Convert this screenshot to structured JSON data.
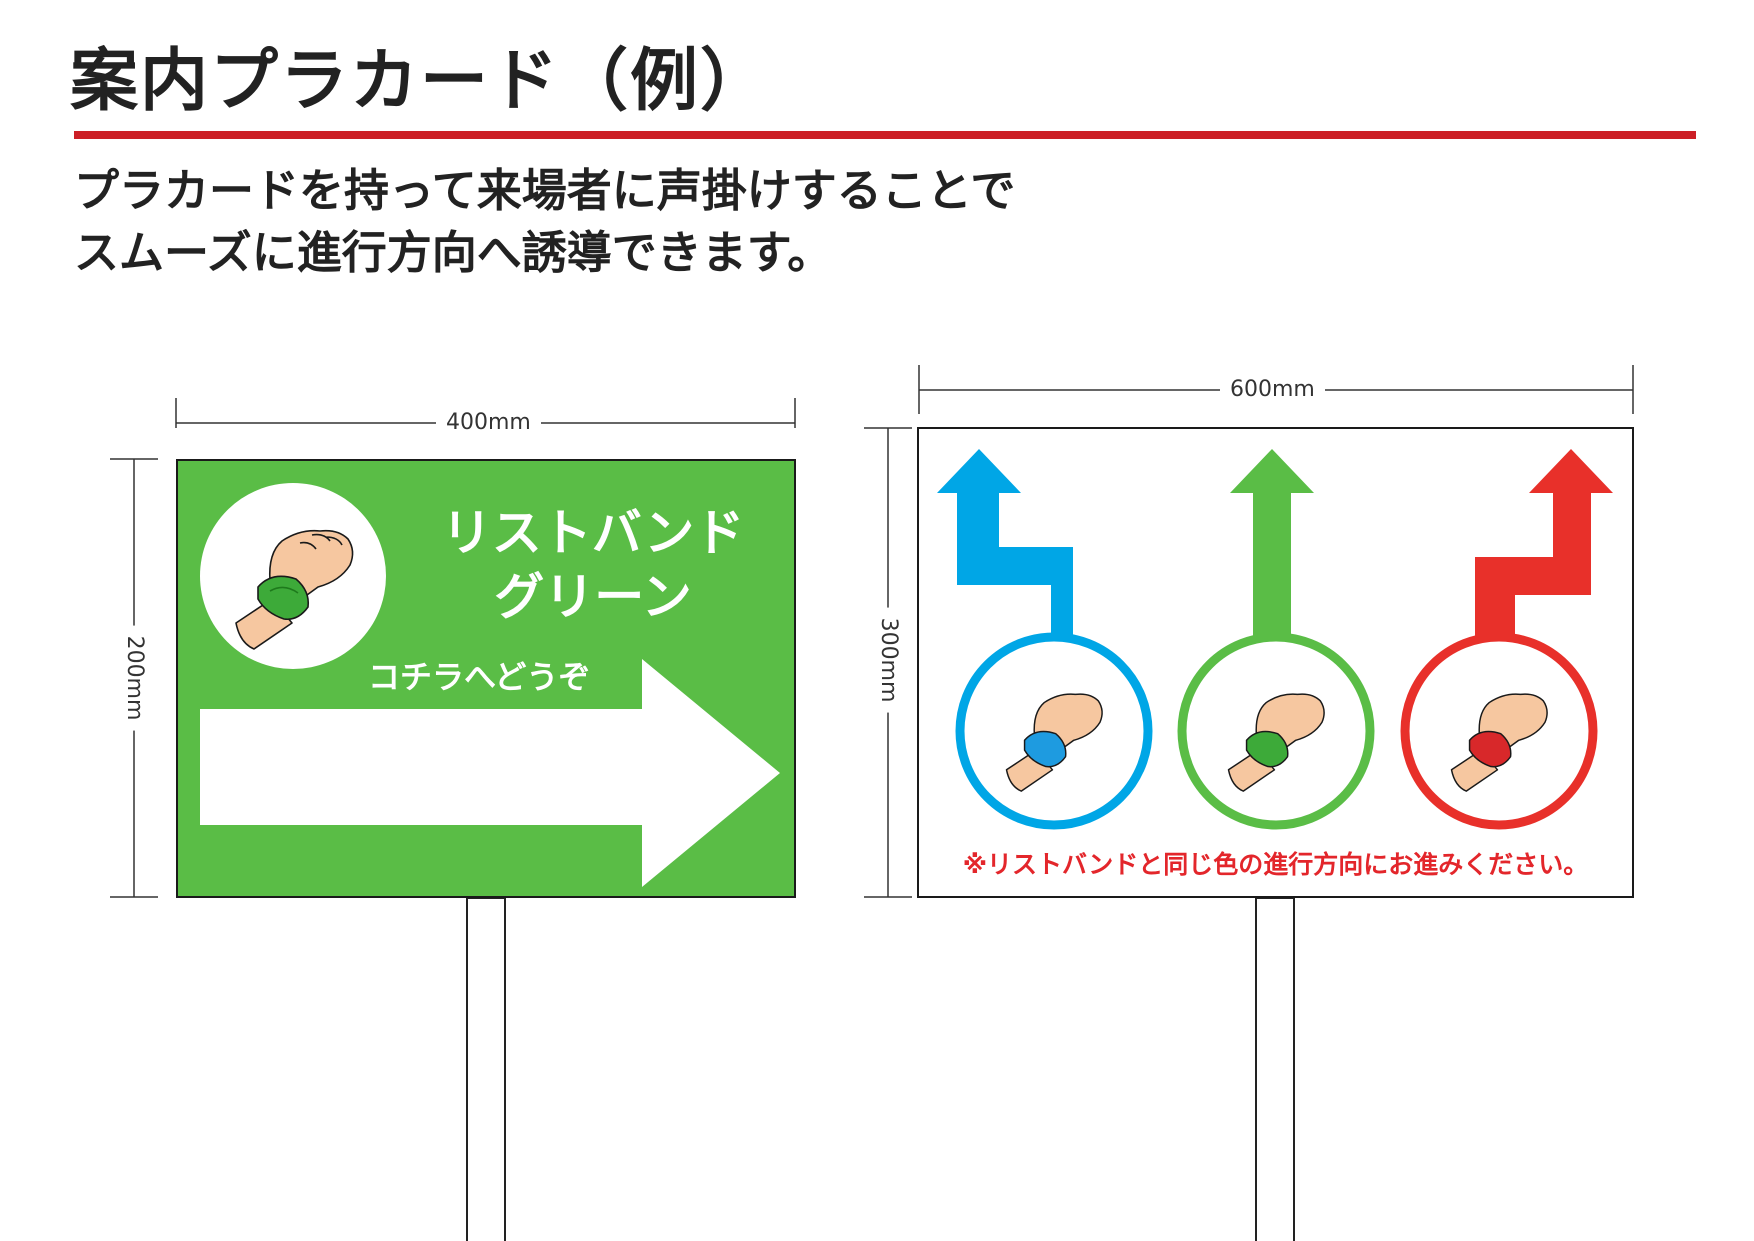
{
  "header": {
    "title": "案内プラカード（例）",
    "description": [
      "プラカードを持って来場者に声掛けすることで",
      "スムーズに進行方向へ誘導できます。"
    ],
    "accent_color": "#cc1f26"
  },
  "sign_green": {
    "width_label": "400mm",
    "height_label": "200mm",
    "title_lines": [
      "リストバンド",
      "グリーン"
    ],
    "subtitle": "コチラへどうぞ",
    "background_color": "#5abd46",
    "icon": "wristband-hand-icon"
  },
  "sign_multi": {
    "width_label": "600mm",
    "height_label": "300mm",
    "notice": "※リストバンドと同じ色の進行方向にお進みください。",
    "lanes": [
      {
        "color": "#00a6e6",
        "icon": "wristband-hand-icon",
        "arrow": "left-turn-up-arrow-icon"
      },
      {
        "color": "#5abd46",
        "icon": "wristband-hand-icon",
        "arrow": "straight-up-arrow-icon"
      },
      {
        "color": "#e8302a",
        "icon": "wristband-hand-icon",
        "arrow": "right-turn-up-arrow-icon"
      }
    ]
  }
}
